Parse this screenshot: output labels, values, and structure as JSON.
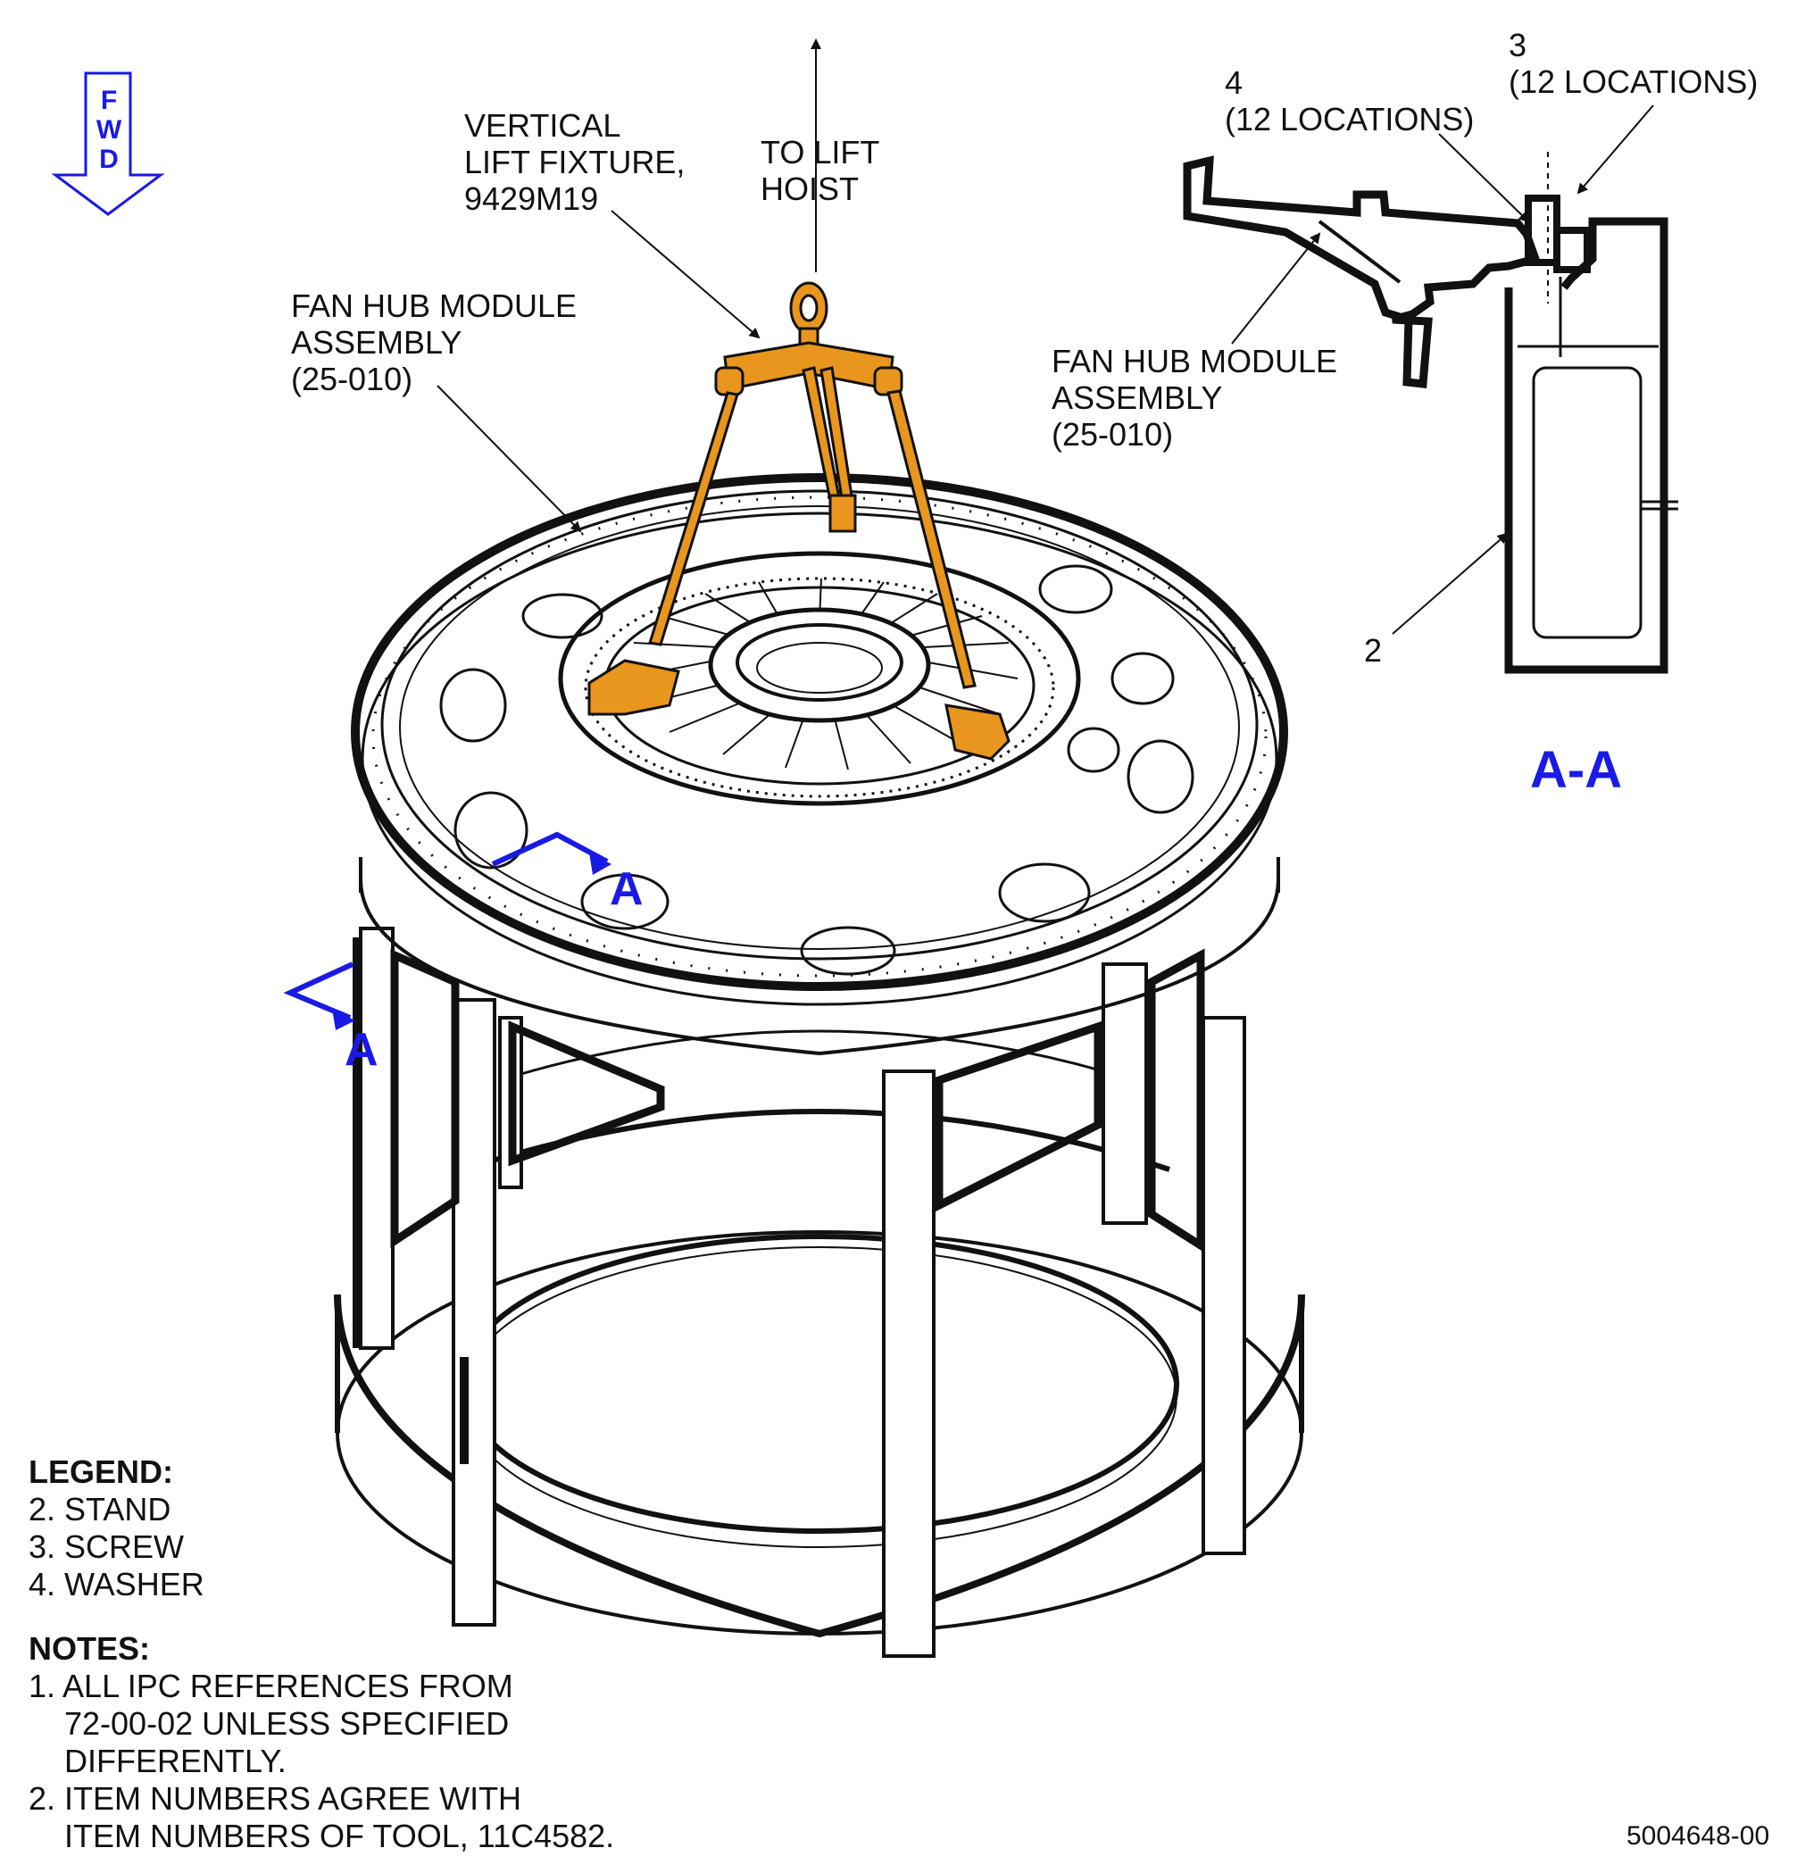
{
  "fwd": {
    "letters": [
      "F",
      "W",
      "D"
    ]
  },
  "callouts": {
    "vertical_lift_fixture": [
      "VERTICAL",
      "LIFT FIXTURE,",
      "9429M19"
    ],
    "to_lift_hoist": [
      "TO LIFT",
      "HOIST"
    ],
    "fan_hub_main": [
      "FAN HUB MODULE",
      "ASSEMBLY",
      "(25-010)"
    ],
    "fan_hub_section": [
      "FAN HUB MODULE",
      "ASSEMBLY",
      "(25-010)"
    ],
    "item_4": [
      "4",
      "(12 LOCATIONS)"
    ],
    "item_3": [
      "3",
      "(12 LOCATIONS)"
    ],
    "item_2": "2"
  },
  "section": {
    "marker": "A",
    "title": "A-A"
  },
  "legend": {
    "heading": "LEGEND:",
    "items": [
      "2. STAND",
      "3. SCREW",
      "4. WASHER"
    ]
  },
  "notes": {
    "heading": "NOTES:",
    "items": [
      [
        "1. ALL IPC REFERENCES FROM",
        "72-00-02 UNLESS SPECIFIED",
        "DIFFERENTLY."
      ],
      [
        "2. ITEM NUMBERS AGREE WITH",
        "ITEM NUMBERS OF TOOL, 11C4582."
      ]
    ]
  },
  "figure_id": "5004648-00",
  "colors": {
    "fixture": "#e8961e",
    "section_marker": "#1a1ae6",
    "line": "#111111"
  }
}
